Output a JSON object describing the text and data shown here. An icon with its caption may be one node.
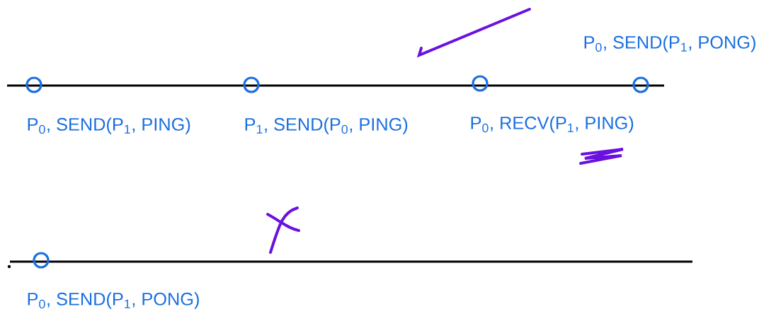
{
  "diagram": {
    "nodes": [
      {
        "text": [],
        "shape": "circle",
        "beside": [
          "P$_{0}$, SEND(P$_{1}$, PING)"
        ]
      },
      {
        "text": [],
        "shape": "circle",
        "beside": [
          "P$_{1}$, SEND(P$_{0}$, PING)"
        ]
      },
      {
        "text": [],
        "shape": "circle",
        "beside": [
          "P$_{0}$, RECV(P$_{1}$, PING)"
        ]
      },
      {
        "text": [],
        "shape": "circle",
        "beside": [
          "P$_{0}$, SEND(P$_{1}$, PONG)"
        ]
      },
      {
        "text": [],
        "shape": "circle",
        "beside": [
          "P$_{0}$, SEND(P$_{1}$, PONG)"
        ]
      }
    ]
  }
}
